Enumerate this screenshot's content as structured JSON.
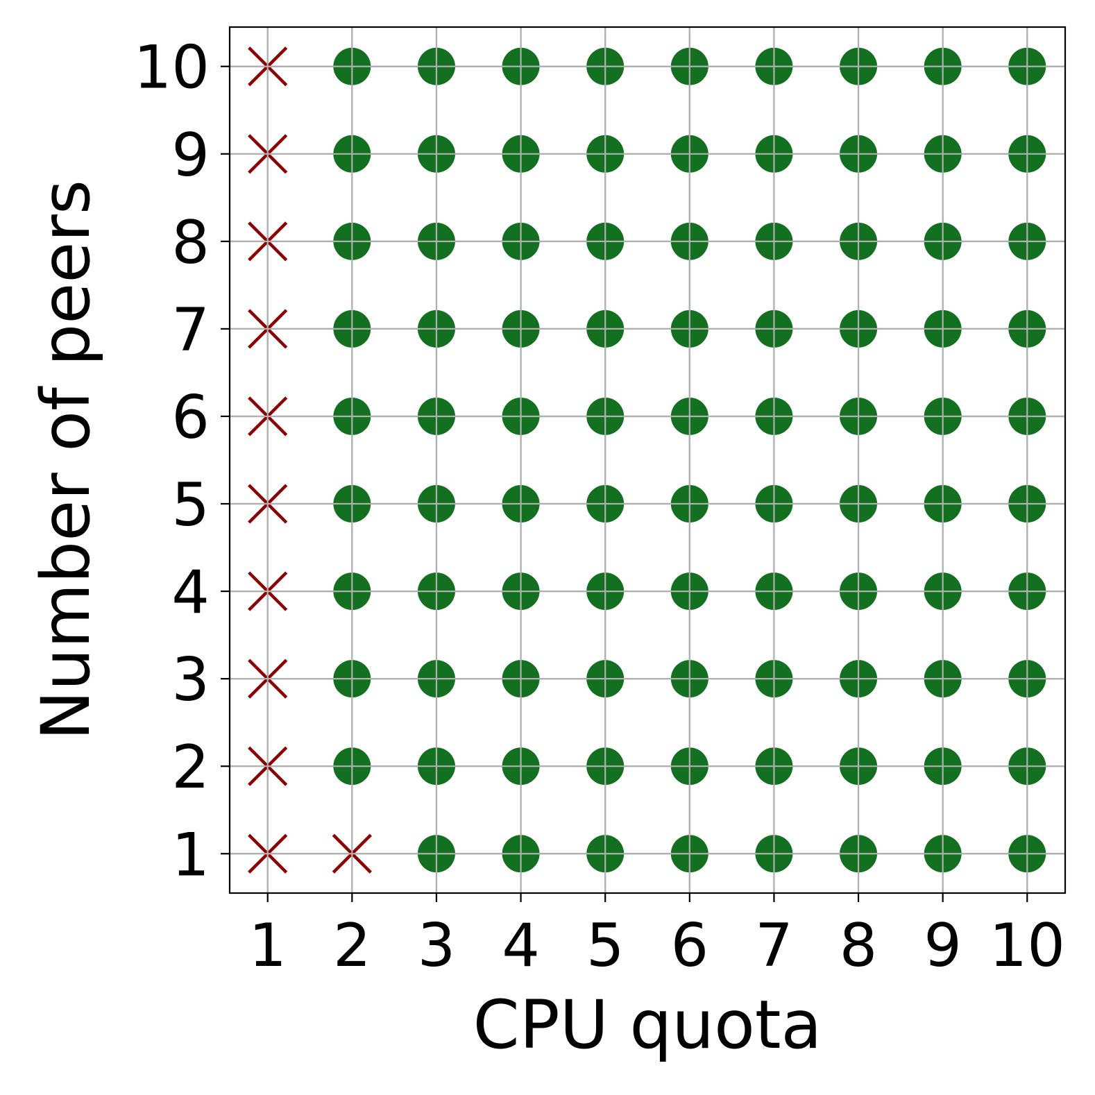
{
  "chart_data": {
    "type": "scatter",
    "xlabel": "CPU quota",
    "ylabel": "Number of peers",
    "x_ticks": [
      "1",
      "2",
      "3",
      "4",
      "5",
      "6",
      "7",
      "8",
      "9",
      "10"
    ],
    "y_ticks": [
      "1",
      "2",
      "3",
      "4",
      "5",
      "6",
      "7",
      "8",
      "9",
      "10"
    ],
    "xlim": [
      0.55,
      10.45
    ],
    "ylim": [
      0.55,
      10.45
    ],
    "grid": true,
    "legend": "none",
    "series": [
      {
        "marker": "x",
        "color": "#8b0000",
        "points": [
          [
            1,
            1
          ],
          [
            1,
            2
          ],
          [
            1,
            3
          ],
          [
            1,
            4
          ],
          [
            1,
            5
          ],
          [
            1,
            6
          ],
          [
            1,
            7
          ],
          [
            1,
            8
          ],
          [
            1,
            9
          ],
          [
            1,
            10
          ],
          [
            2,
            1
          ]
        ]
      },
      {
        "marker": "circle",
        "color": "#137020",
        "points": [
          [
            2,
            2
          ],
          [
            2,
            3
          ],
          [
            2,
            4
          ],
          [
            2,
            5
          ],
          [
            2,
            6
          ],
          [
            2,
            7
          ],
          [
            2,
            8
          ],
          [
            2,
            9
          ],
          [
            2,
            10
          ],
          [
            3,
            1
          ],
          [
            3,
            2
          ],
          [
            3,
            3
          ],
          [
            3,
            4
          ],
          [
            3,
            5
          ],
          [
            3,
            6
          ],
          [
            3,
            7
          ],
          [
            3,
            8
          ],
          [
            3,
            9
          ],
          [
            3,
            10
          ],
          [
            4,
            1
          ],
          [
            4,
            2
          ],
          [
            4,
            3
          ],
          [
            4,
            4
          ],
          [
            4,
            5
          ],
          [
            4,
            6
          ],
          [
            4,
            7
          ],
          [
            4,
            8
          ],
          [
            4,
            9
          ],
          [
            4,
            10
          ],
          [
            5,
            1
          ],
          [
            5,
            2
          ],
          [
            5,
            3
          ],
          [
            5,
            4
          ],
          [
            5,
            5
          ],
          [
            5,
            6
          ],
          [
            5,
            7
          ],
          [
            5,
            8
          ],
          [
            5,
            9
          ],
          [
            5,
            10
          ],
          [
            6,
            1
          ],
          [
            6,
            2
          ],
          [
            6,
            3
          ],
          [
            6,
            4
          ],
          [
            6,
            5
          ],
          [
            6,
            6
          ],
          [
            6,
            7
          ],
          [
            6,
            8
          ],
          [
            6,
            9
          ],
          [
            6,
            10
          ],
          [
            7,
            1
          ],
          [
            7,
            2
          ],
          [
            7,
            3
          ],
          [
            7,
            4
          ],
          [
            7,
            5
          ],
          [
            7,
            6
          ],
          [
            7,
            7
          ],
          [
            7,
            8
          ],
          [
            7,
            9
          ],
          [
            7,
            10
          ],
          [
            8,
            1
          ],
          [
            8,
            2
          ],
          [
            8,
            3
          ],
          [
            8,
            4
          ],
          [
            8,
            5
          ],
          [
            8,
            6
          ],
          [
            8,
            7
          ],
          [
            8,
            8
          ],
          [
            8,
            9
          ],
          [
            8,
            10
          ],
          [
            9,
            1
          ],
          [
            9,
            2
          ],
          [
            9,
            3
          ],
          [
            9,
            4
          ],
          [
            9,
            5
          ],
          [
            9,
            6
          ],
          [
            9,
            7
          ],
          [
            9,
            8
          ],
          [
            9,
            9
          ],
          [
            9,
            10
          ],
          [
            10,
            1
          ],
          [
            10,
            2
          ],
          [
            10,
            3
          ],
          [
            10,
            4
          ],
          [
            10,
            5
          ],
          [
            10,
            6
          ],
          [
            10,
            7
          ],
          [
            10,
            8
          ],
          [
            10,
            9
          ],
          [
            10,
            10
          ]
        ]
      }
    ],
    "grid_color": "#b0b0b0",
    "axis_color": "#000000"
  }
}
